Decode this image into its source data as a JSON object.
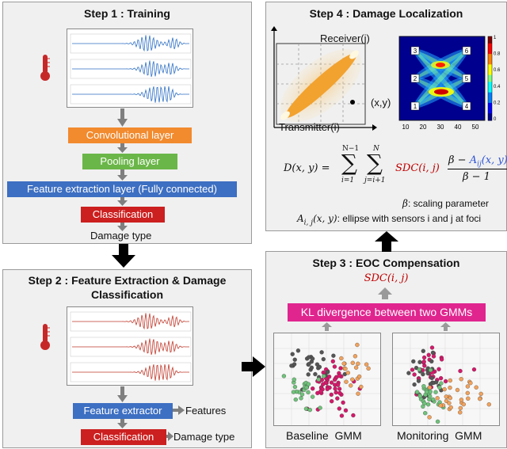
{
  "step1": {
    "title": "Step 1 : Training",
    "layers": [
      "Convolutional layer",
      "Pooling layer",
      "Feature extraction layer (Fully connected)",
      "Classification"
    ],
    "output": "Damage type"
  },
  "step2": {
    "title_line1": "Step 2 : Feature Extraction & Damage",
    "title_line2": "Classification",
    "feature_extractor": "Feature extractor",
    "features": "Features",
    "classification": "Classification",
    "damage_type": "Damage type"
  },
  "step3": {
    "title": "Step 3 : EOC Compensation",
    "sdc": "SDC(i, j)",
    "kl": "KL divergence between two GMMs",
    "baseline": "Baseline  GMM",
    "monitoring": "Monitoring  GMM"
  },
  "step4": {
    "title": "Step 4 : Damage Localization",
    "receiver": "Receiver(j)",
    "transmitter": "Transmitter(i)",
    "xy": "(x,y)",
    "beta_note": ": scaling parameter",
    "beta_symbol": "β",
    "a_note": ": ellipse with sensors i and j at foci",
    "a_symbol": "A",
    "a_subscript": "i, j",
    "a_args": "(x, y)",
    "heatmap_xticks": [
      "10",
      "20",
      "30",
      "40",
      "50"
    ],
    "heatmap_cticks": [
      "1",
      "0.8",
      "0.6",
      "0.4",
      "0.2",
      "0"
    ],
    "sensor_labels": [
      "3",
      "6",
      "2",
      "5",
      "1",
      "4"
    ],
    "formula": {
      "lhs": "D(x, y) =",
      "sum1_top": "N−1",
      "sum1_bottom": "i=1",
      "sum2_top": "N",
      "sum2_bottom": "j=i+1",
      "sdc": "SDC(i, j)",
      "num_beta": "β −",
      "num_a": "A",
      "num_a_sub": "ij",
      "num_a_args": "(x, y)",
      "den": "β − 1"
    }
  },
  "colors": {
    "signal_blue": "#2e6fc4",
    "signal_red": "#c0392b",
    "pink_point": "#d6186b",
    "orange_point": "#f2a25c",
    "green_point": "#6fc27a",
    "dark_point": "#555555"
  }
}
